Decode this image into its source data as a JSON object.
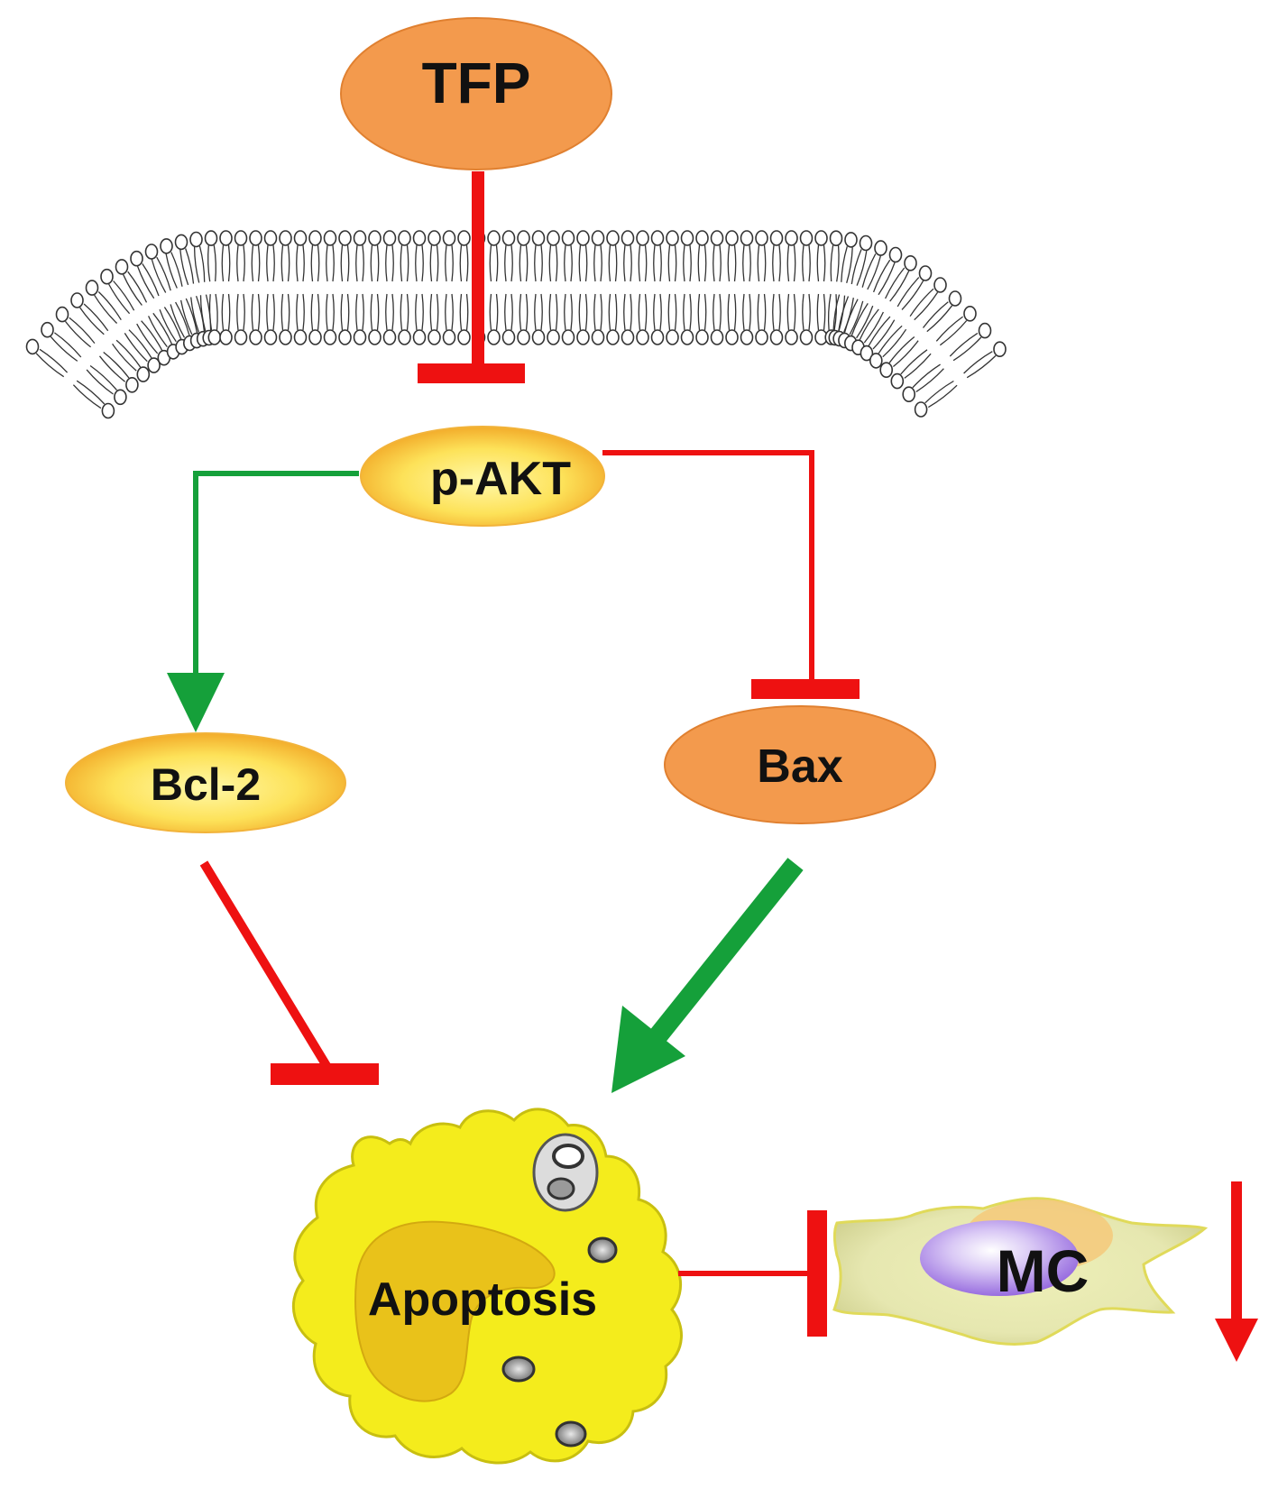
{
  "nodes": {
    "tfp": "TFP",
    "pakt": "p-AKT",
    "bcl2": "Bcl-2",
    "bax": "Bax",
    "apoptosis": "Apoptosis",
    "mc": "MC"
  },
  "colors": {
    "inhibit": "#ee1111",
    "activate": "#15a03a",
    "orange": "#f39a4d",
    "cell_yellow": "#f4ec1c",
    "nucleus": "#e9c21a",
    "membrane": "#333333"
  }
}
